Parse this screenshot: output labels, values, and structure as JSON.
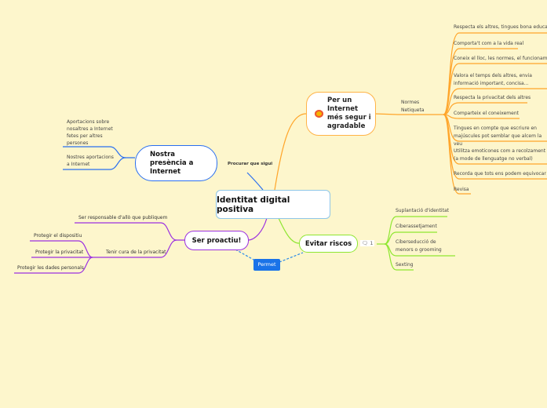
{
  "central": "Identitat digital positiva",
  "internet": {
    "title": "Per un Internet més segur i agradable",
    "sub": "Normes Netiqueta",
    "items": [
      "Respecta els altres, tingues bona educació",
      "Comporta't com a la vida real",
      "Coneix el lloc, les normes, el funcionament",
      "Valora el temps dels altres, envia informació important, concisa...",
      "Respecta la privacitat dels altres",
      "Comparteix el coneixement",
      "Tingues en compte que escriure en majúscules pot semblar que  alcem la veu",
      "Utilitza emoticones com a recolzament (a mode de llenguatge no verbal)",
      "Recorda que tots ens  podem equivocar",
      "Revisa"
    ]
  },
  "presencia": {
    "title": "Nostra presència a Internet",
    "items": [
      "Aportacions sobre nosaltres a Internet fetes per altres persones",
      "Nostres aportacions a Internet"
    ]
  },
  "procurar": "Procurar que sigui",
  "proactiu": {
    "title": "Ser proactiu!",
    "responsable": "Ser responsable d'allò que publiquem",
    "cura": "Tenir cura de la privacitat",
    "cura_items": [
      "Protegir el dispositiu",
      "Protegir la privacitat",
      "Protegir les dades personals"
    ]
  },
  "permet": "Permet",
  "riscos": {
    "title": "Evitar riscos",
    "comments": "1",
    "items": [
      "Suplantació d'identitat",
      "Ciberassetjament",
      "Ciberseducció de menors o grooming",
      "Sexting"
    ]
  }
}
